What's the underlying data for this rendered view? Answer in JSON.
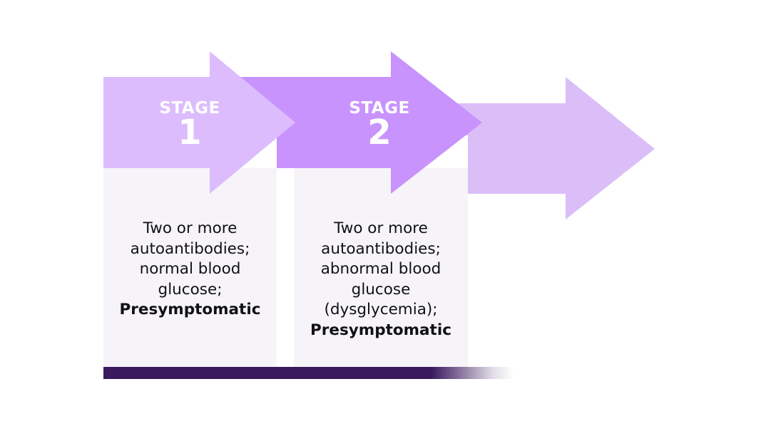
{
  "colors": {
    "arrow_light": "#dcbcfd",
    "arrow_mid": "#c893fd",
    "arrow_faded": "#dbbef8",
    "panel_bg": "#f6f4f8",
    "bar_dark": "#3a1a5e",
    "label_text": "#ffffff",
    "body_text": "#111111"
  },
  "stages": [
    {
      "word": "STAGE",
      "number": "1",
      "lines": [
        "Two or more",
        "autoantibodies;",
        "normal blood",
        "glucose;"
      ],
      "emphasis": "Presymptomatic"
    },
    {
      "word": "STAGE",
      "number": "2",
      "lines": [
        "Two or more",
        "autoantibodies;",
        "abnormal blood",
        "glucose",
        "(dysglycemia);"
      ],
      "emphasis": "Presymptomatic"
    }
  ]
}
